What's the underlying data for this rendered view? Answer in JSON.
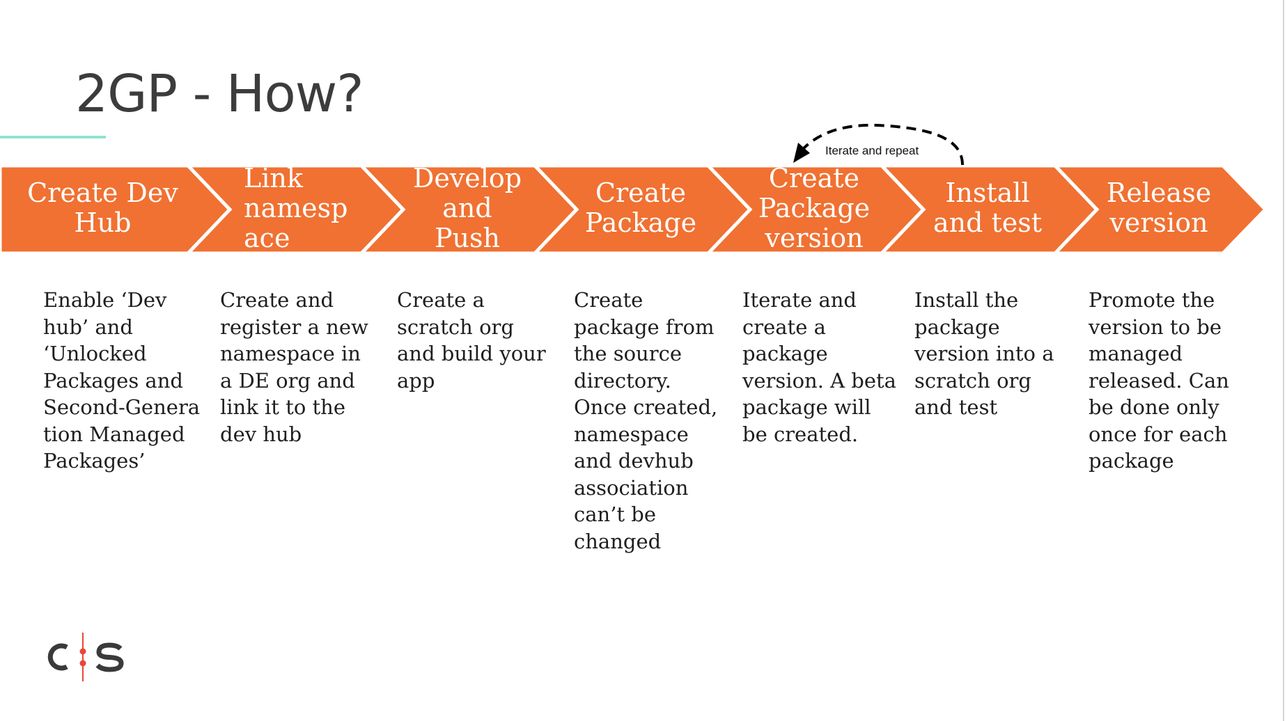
{
  "slide": {
    "title": "2GP - How?",
    "accent_color": "#F07132",
    "underline_color": "#8FE3CF"
  },
  "steps": [
    {
      "label": "Create Dev\nHub",
      "description": "Enable ‘Dev\nhub’ and\n‘Unlocked\nPackages and\nSecond-Genera\ntion Managed\nPackages’"
    },
    {
      "label": "Link\nnamesp\nace",
      "description": "Create and\nregister a new\nnamespace in\na DE org and\nlink it to the\ndev hub"
    },
    {
      "label": "Develop\nand\nPush",
      "description": "Create a\nscratch org\nand build your\napp"
    },
    {
      "label": "Create\nPackage",
      "description": "Create\npackage from\nthe source\ndirectory.\nOnce created,\nnamespace\nand devhub\nassociation\ncan’t be\nchanged"
    },
    {
      "label": "Create\nPackage\nversion",
      "description": "Iterate and\ncreate a\npackage\nversion. A beta\npackage will\nbe created."
    },
    {
      "label": "Install\nand test",
      "description": "Install the\npackage\nversion into a\nscratch org\nand test"
    },
    {
      "label": "Release\nversion",
      "description": "Promote the\nversion to be\nmanaged\nreleased. Can\nbe done only\nonce for each\npackage"
    }
  ],
  "loop": {
    "label": "Iterate and repeat",
    "from_step": "Install and test",
    "to_step": "Create Package version"
  },
  "logo": {
    "letters": "C:S",
    "letter_color": "#3A3A3A",
    "accent_color": "#E8473A"
  }
}
